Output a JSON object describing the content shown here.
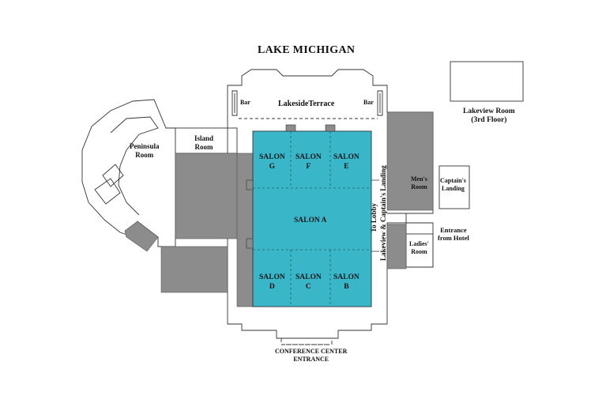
{
  "title": "LAKE MICHIGAN",
  "terrace": "LakesideTerrace",
  "bar_left": "Bar",
  "bar_right": "Bar",
  "rooms": {
    "peninsula": "Peninsula\nRoom",
    "island": "Island\nRoom",
    "lakeview": "Lakeview Room\n(3rd Floor)",
    "mens": "Men's\nRoom",
    "captains": "Captain's\nLanding",
    "ladies": "Ladies'\nRoom"
  },
  "salons": {
    "g": "SALON\nG",
    "f": "SALON\nF",
    "e": "SALON\nE",
    "a": "SALON A",
    "d": "SALON\nD",
    "c": "SALON\nC",
    "b": "SALON\nB"
  },
  "corridor_lobby": "To Lobby",
  "corridor_landing": "Lakeview & Captain's Landing",
  "entrance_hotel": "Entrance\nfrom Hotel",
  "conference_entrance": "CONFERENCE CENTER\nENTRANCE",
  "colors": {
    "salon_fill": "#3ab6c9",
    "service_gray": "#8c8c8c",
    "wall": "#333333"
  }
}
